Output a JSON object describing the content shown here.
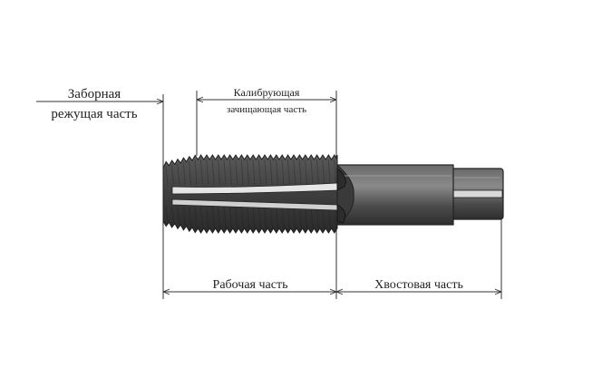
{
  "labels": {
    "lead_line1": "Заборная",
    "lead_line2": "режущая часть",
    "calib_line1": "Калибрующая",
    "calib_line2": "зачищающая часть",
    "working": "Рабочая часть",
    "shank": "Хвостовая часть"
  },
  "colors": {
    "body": "#4a4a4a",
    "thread_dark": "#3a3a3a",
    "groove": "#e8e8e8",
    "line": "#333333"
  }
}
